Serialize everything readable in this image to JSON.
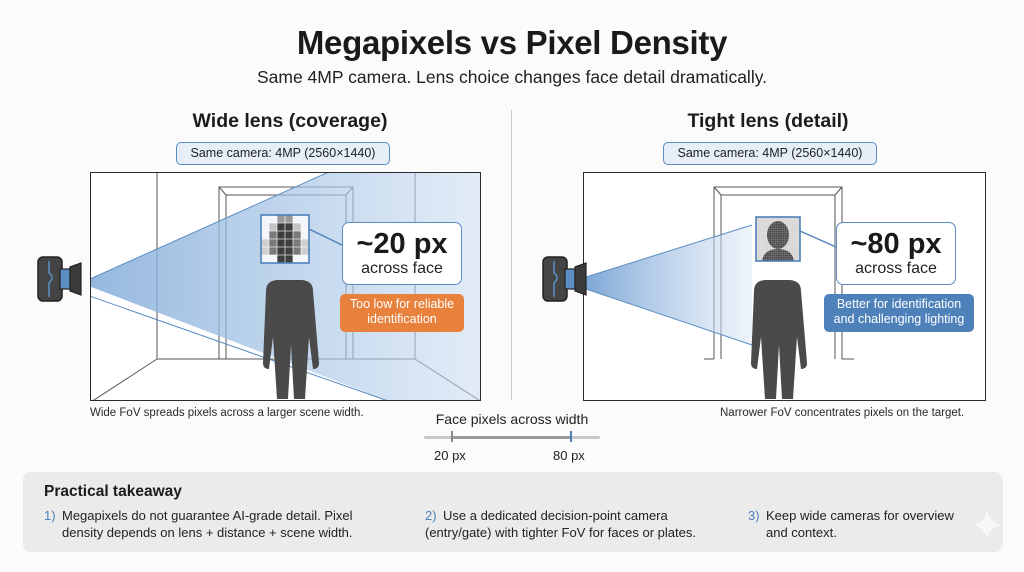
{
  "header": {
    "title": "Megapixels vs Pixel Density",
    "subtitle": "Same 4MP camera. Lens choice changes face detail dramatically."
  },
  "panels": [
    {
      "id": "wide",
      "title": "Wide lens (coverage)",
      "camera_label": "Same camera: 4MP (2560×1440)",
      "pixels_value": "~20 px",
      "pixels_label": "across face",
      "verdict": [
        "Too low for reliable",
        "identification"
      ],
      "verdict_color": "#e8813b",
      "caption": "Wide FoV spreads pixels across a larger scene width."
    },
    {
      "id": "tight",
      "title": "Tight lens (detail)",
      "camera_label": "Same camera: 4MP (2560×1440)",
      "pixels_value": "~80 px",
      "pixels_label": "across face",
      "verdict": [
        "Better for identification",
        "and challenging lighting"
      ],
      "verdict_color": "#4e80b9",
      "caption": "Narrower FoV concentrates pixels on the target."
    }
  ],
  "scale": {
    "title": "Face pixels across width",
    "min_label": "20 px",
    "max_label": "80 px"
  },
  "takeaway": {
    "title": "Practical takeaway",
    "items": [
      {
        "num": "1)",
        "line1": "Megapixels do not guarantee AI-grade detail. Pixel",
        "line2": "density depends on lens + distance + scene width."
      },
      {
        "num": "2)",
        "line1": "Use a dedicated decision-point camera",
        "line2": "(entry/gate) with tighter FoV for faces or plates."
      },
      {
        "num": "3)",
        "line1": "Keep wide cameras for overview",
        "line2": "and context."
      }
    ]
  },
  "colors": {
    "accent_blue": "#4e80b9",
    "frame_blue": "#5b8dc2",
    "warning_orange": "#e8813b",
    "fov_fill": "#a9c6e8",
    "silhouette": "#4a4a4a"
  },
  "icons": {
    "camera": "camera-icon",
    "person": "person-silhouette-icon",
    "pixel_grid": "pixel-grid-icon",
    "sparkle": "sparkle-icon"
  }
}
